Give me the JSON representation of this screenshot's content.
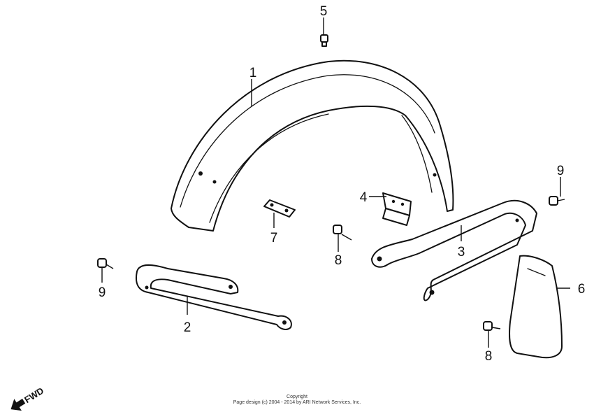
{
  "callouts": {
    "c1": "1",
    "c2": "2",
    "c3": "3",
    "c4": "4",
    "c5": "5",
    "c6": "6",
    "c7": "7",
    "c8a": "8",
    "c8b": "8",
    "c9a": "9",
    "c9b": "9"
  },
  "direction_label": "FWD",
  "copyright": {
    "line1": "Copyright",
    "line2": "Page design (c) 2004 - 2014 by ARI Network Services, Inc."
  }
}
